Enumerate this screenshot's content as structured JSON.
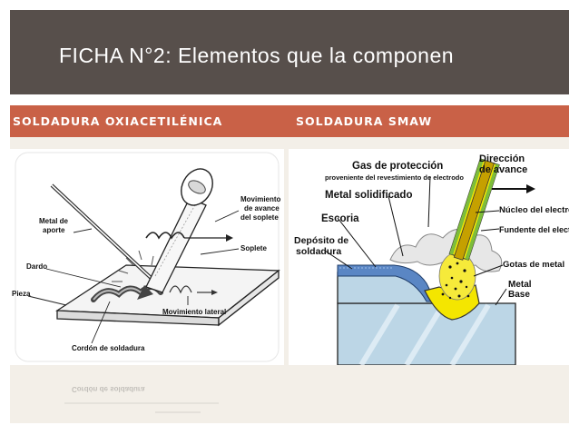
{
  "slide": {
    "title": "FICHA N°2: Elementos que la componen"
  },
  "columns": [
    {
      "header": "SOLDADURA  OXIACETILÉNICA"
    },
    {
      "header": "SOLDADURA SMAW"
    }
  ],
  "left_figure": {
    "labels": {
      "metal_aporte_1": "Metal de",
      "metal_aporte_2": "aporte",
      "dardo": "Dardo",
      "pieza": "Pieza",
      "mov_avance_1": "Movimiento",
      "mov_avance_2": "de avance",
      "mov_avance_3": "del soplete",
      "soplete": "Soplete",
      "mov_lateral": "Movimiento lateral",
      "cordon": "Cordón de soldadura"
    }
  },
  "right_figure": {
    "labels": {
      "gas_1": "Gas de protección",
      "gas_2": "proveniente del revestimiento de electrodo",
      "direccion_1": "Dirección",
      "direccion_2": "de avance",
      "metal_solidificado": "Metal solidificado",
      "nucleo": "Núcleo del electrodo",
      "escoria": "Escoria",
      "fundente": "Fundente del electrodo",
      "deposito_1": "Depósito de",
      "deposito_2": "soldadura",
      "gotas": "Gotas de metal",
      "metal_base_1": "Metal",
      "metal_base_2": "Base"
    }
  },
  "colors": {
    "title_bar": "#574f4b",
    "header_row": "#c96147",
    "panel": "#f3efe8"
  }
}
